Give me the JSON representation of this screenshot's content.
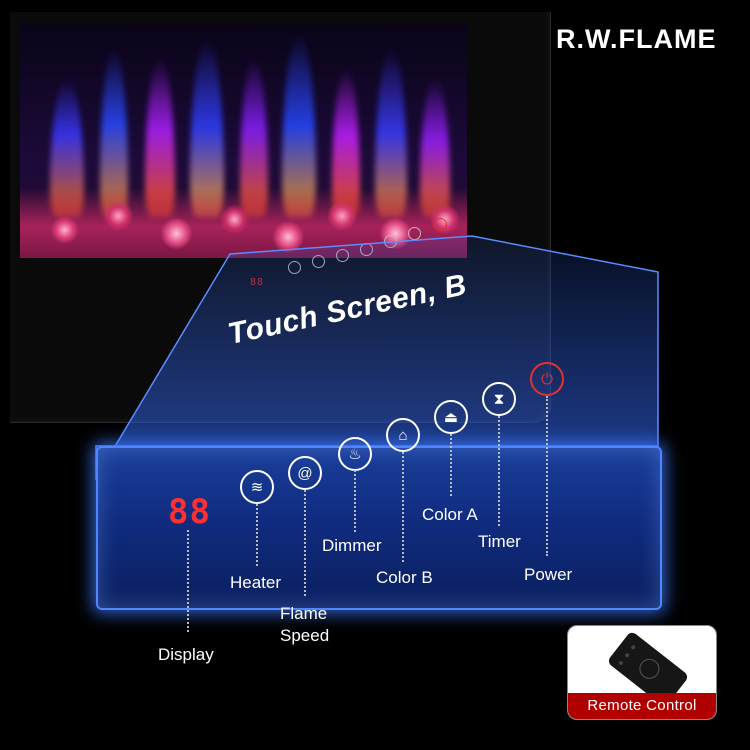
{
  "brand": "R.W.FLAME",
  "panel": {
    "title": "Touch Screen, B",
    "display_digits": "88",
    "mini_display_digits": "88"
  },
  "controls": [
    {
      "name": "heater",
      "label": "Heater",
      "icon": "heat-waves-icon"
    },
    {
      "name": "flame-speed",
      "label_line1": "Flame",
      "label_line2": "Speed",
      "icon": "spiral-icon"
    },
    {
      "name": "dimmer",
      "label": "Dimmer",
      "icon": "flame-icon"
    },
    {
      "name": "color-b",
      "label": "Color B",
      "icon": "lamp-icon"
    },
    {
      "name": "color-a",
      "label": "Color A",
      "icon": "lamp-shade-icon"
    },
    {
      "name": "timer",
      "label": "Timer",
      "icon": "hourglass-icon"
    },
    {
      "name": "power",
      "label": "Power",
      "icon": "power-icon"
    }
  ],
  "display": {
    "label": "Display"
  },
  "remote": {
    "label": "Remote  Control"
  },
  "colors": {
    "panel_blue": "#1a3e9a",
    "panel_glow": "#4f86ff",
    "digits_red": "#ff3030",
    "power_red": "#e53030",
    "remote_banner": "#b00000"
  }
}
